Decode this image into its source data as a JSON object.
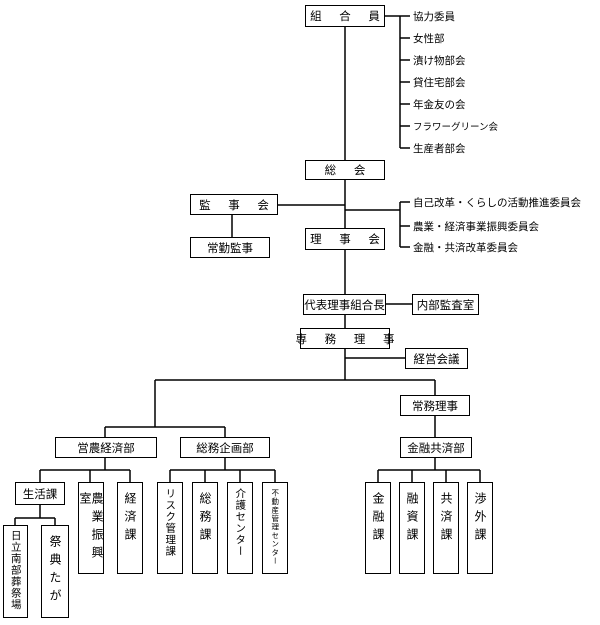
{
  "top": {
    "kumiaiin": "組 合 員",
    "committees": [
      "協力委員",
      "女性部",
      "漬け物部会",
      "貸住宅部会",
      "年金友の会",
      "フラワーグリーン会",
      "生産者部会"
    ]
  },
  "soukai": "総 会",
  "kanjikai": "監 事 会",
  "jokin_kanji": "常勤監事",
  "rijikai": "理 事 会",
  "rijikai_committees": [
    "自己改革・くらしの活動推進委員会",
    "農業・経済事業振興委員会",
    "金融・共済改革委員会"
  ],
  "daihyo": "代表理事組合長",
  "naibu_kansa": "内部監査室",
  "senmu": "専 務 理 事",
  "keiei_kaigi": "経営会議",
  "jomu": "常務理事",
  "departments": {
    "einou": {
      "label": "営農経済部",
      "seikatsu": "生活課",
      "seikatsu_units": [
        "日立南部葬祭場",
        "祭典たが"
      ],
      "units": [
        "農業振興室",
        "経済課"
      ]
    },
    "soumu": {
      "label": "総務企画部",
      "units": [
        "リスク管理課",
        "総務課",
        "介護センター",
        "不動産管理センター"
      ]
    },
    "kinyu": {
      "label": "金融共済部",
      "units": [
        "金融課",
        "融資課",
        "共済課",
        "渉外課"
      ]
    }
  }
}
